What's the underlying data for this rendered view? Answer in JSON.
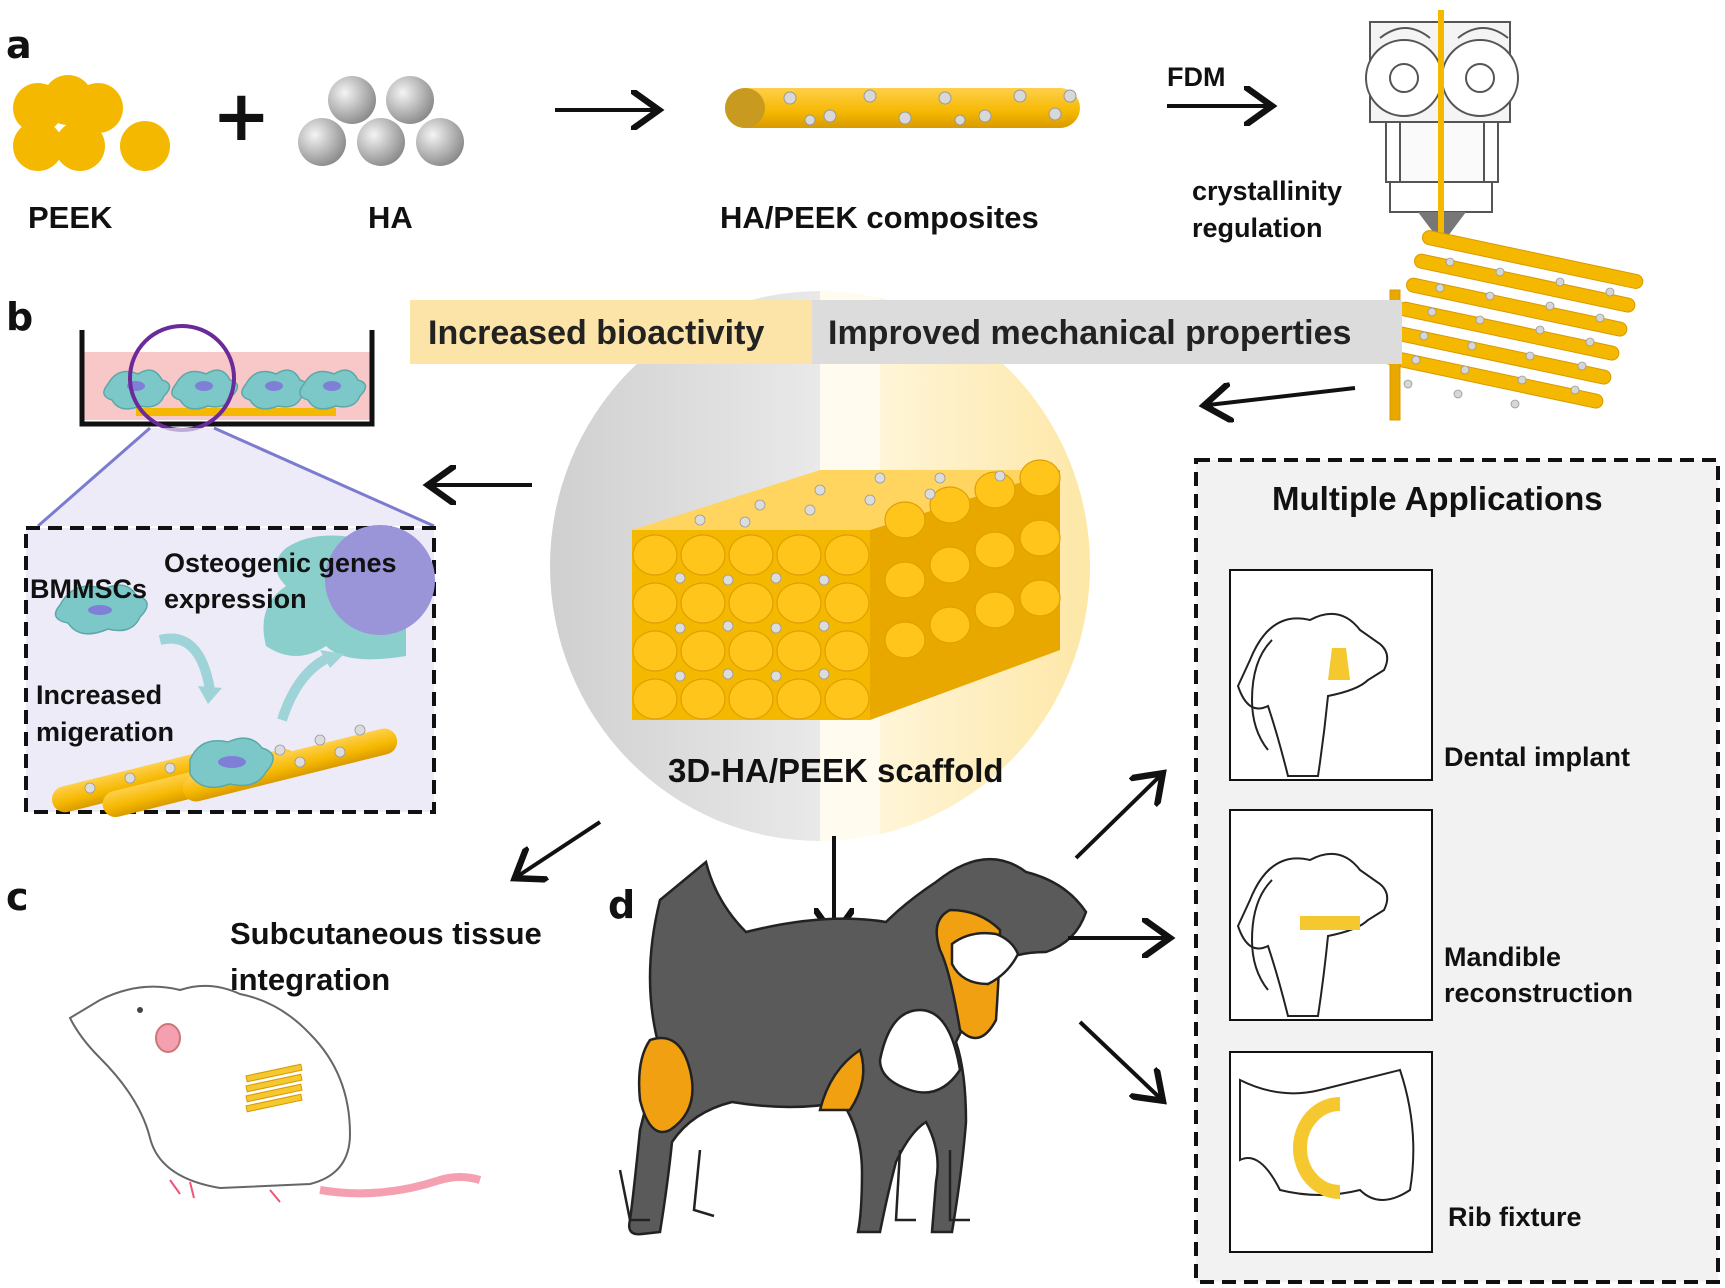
{
  "colors": {
    "peek": "#F5B800",
    "peek_dark": "#D99A00",
    "ha": "#B8B8B8",
    "bioactivity_band": "#FCE4A8",
    "mechanical_band": "#DCDCDC",
    "cell": "#7CC8C8",
    "nucleus": "#7F7FD8",
    "gene_circle": "#9A94D8",
    "inset_bg": "#ECEBF7",
    "applications_bg": "#F2F2F2",
    "dog_dark": "#5A5A5A",
    "dog_tan": "#F0A010",
    "rat_pink": "#F4A0B0",
    "medium_pink": "#F8C8C8"
  },
  "panels": {
    "a": "a",
    "b": "b",
    "c": "c",
    "d": "d"
  },
  "panel_a": {
    "peek_label": "PEEK",
    "plus": "+",
    "ha_label": "HA",
    "composite_label": "HA/PEEK composites",
    "fdm_label": "FDM",
    "crystallinity_line1": "crystallinity",
    "crystallinity_line2": "regulation"
  },
  "center": {
    "bioactivity_label": "Increased bioactivity",
    "mechanical_label": "Improved mechanical properties",
    "scaffold_label": "3D-HA/PEEK scaffold"
  },
  "panel_b": {
    "bmmscs": "BMMSCs",
    "osteogenic_line1": "Osteogenic genes",
    "osteogenic_line2": "expression",
    "migration_line1": "Increased",
    "migration_line2": "migeration"
  },
  "panel_c": {
    "line1": "Subcutaneous tissue",
    "line2": "integration"
  },
  "applications": {
    "title": "Multiple Applications",
    "dental": "Dental implant",
    "mandible_line1": "Mandible",
    "mandible_line2": "reconstruction",
    "rib": "Rib fixture"
  },
  "icons": {
    "extruder": "fdm-extruder-icon",
    "petri": "culture-dish-icon",
    "rat": "rat-illustration",
    "dog": "beagle-illustration"
  }
}
